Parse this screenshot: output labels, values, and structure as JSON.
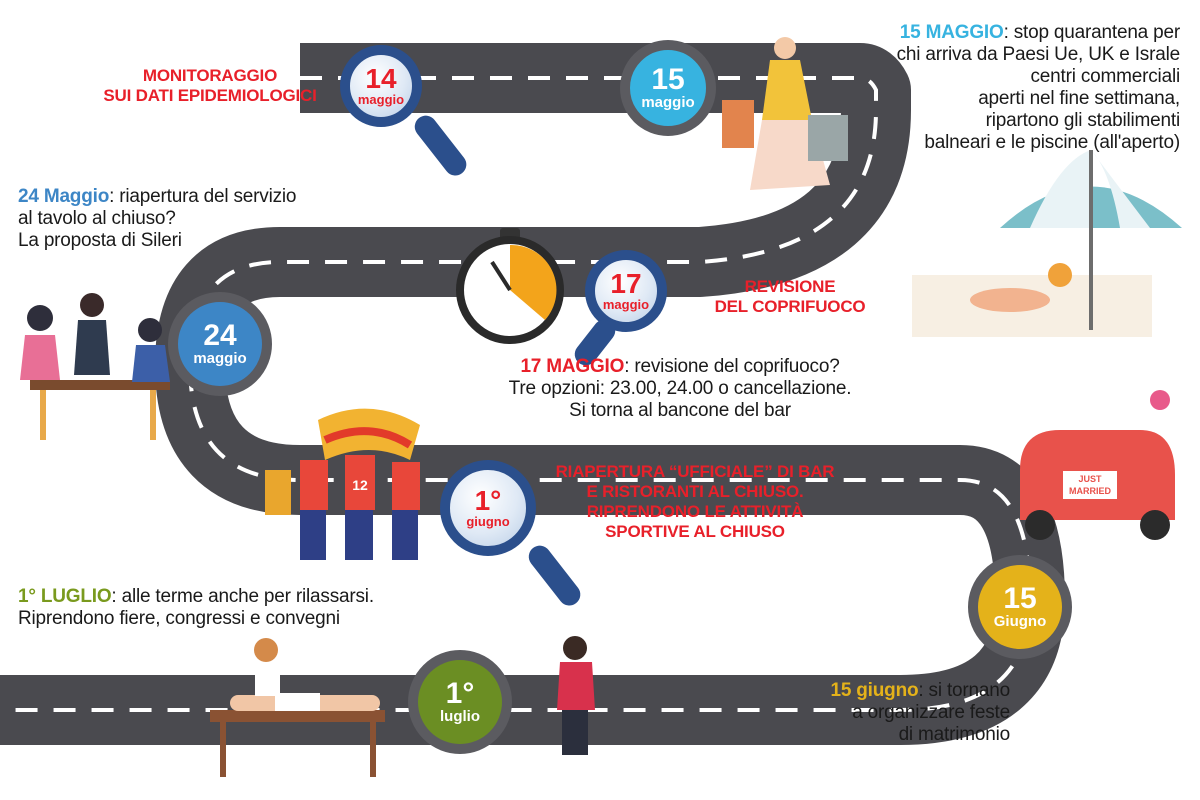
{
  "milestones": {
    "m14": {
      "num": "14",
      "month": "maggio"
    },
    "m15": {
      "num": "15",
      "month": "maggio"
    },
    "m17": {
      "num": "17",
      "month": "maggio"
    },
    "m24": {
      "num": "24",
      "month": "maggio"
    },
    "m1g": {
      "num": "1°",
      "month": "giugno"
    },
    "m15g": {
      "num": "15",
      "month": "Giugno"
    },
    "m1l": {
      "num": "1°",
      "month": "luglio"
    }
  },
  "texts": {
    "monitoraggio": {
      "line1": "MONITORAGGIO",
      "line2": "SUI DATI EPIDEMIOLOGICI"
    },
    "may15": {
      "label": "15 MAGGIO",
      "line1": ": stop quarantena per",
      "line2": "chi arriva da Paesi Ue, UK e Israle",
      "line3": "centri commerciali",
      "line4": "aperti nel fine settimana,",
      "line5": "ripartono gli stabilimenti",
      "line6": "balneari e le piscine (all'aperto)"
    },
    "may24": {
      "label": "24 Maggio",
      "line1": ": riapertura del servizio",
      "line2": "al tavolo al chiuso?",
      "line3": "La proposta di Sileri"
    },
    "revisione": {
      "line1": "REVISIONE",
      "line2": "DEL COPRIFUOCO"
    },
    "may17": {
      "label": "17 MAGGIO",
      "line1": ": revisione del coprifuoco?",
      "line2": "Tre opzioni: 23.00, 24.00 o cancellazione.",
      "line3": "Si torna al bancone del bar"
    },
    "riapertura": {
      "line1": "RIAPERTURA “UFFICIALE” DI BAR",
      "line2": "E RISTORANTI AL CHIUSO.",
      "line3": "RIPRENDONO LE ATTIVITÀ",
      "line4": "SPORTIVE AL CHIUSO"
    },
    "jul1": {
      "label": "1° LUGLIO",
      "line1": ": alle terme anche per rilassarsi.",
      "line2": "Riprendono fiere, congressi e convegni"
    },
    "jun15": {
      "label": "15 giugno",
      "line1": ": si tornano",
      "line2": "a organizzare feste",
      "line3": "di matrimonio"
    }
  },
  "illustrations": {
    "car_sign": {
      "line1": "JUST",
      "line2": "MARRIED"
    },
    "jersey_number": "12"
  },
  "colors": {
    "road": "#4a4a4f",
    "road_line": "#ffffff",
    "blue": "#3d86c6",
    "cyan": "#37b3e0",
    "olive": "#6b8e23",
    "gold": "#e4b21a",
    "red": "#e8202a",
    "lens_frame": "#2b4f8c"
  }
}
